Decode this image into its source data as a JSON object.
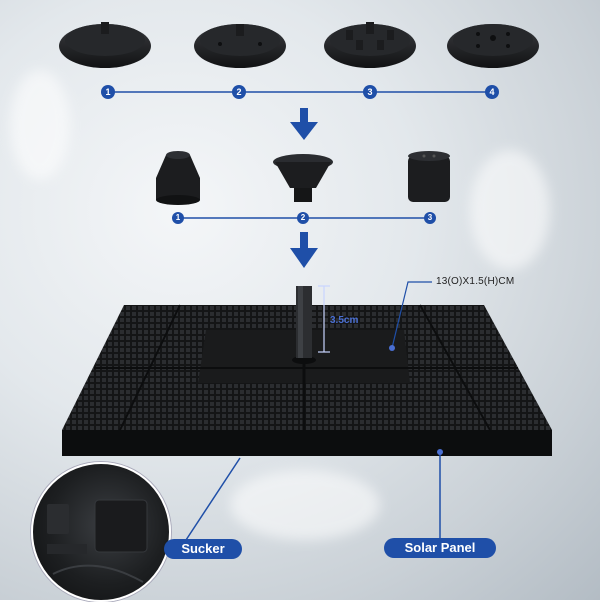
{
  "top_row": {
    "nozzle_numbers": [
      "1",
      "2",
      "3",
      "4"
    ]
  },
  "middle_row": {
    "extension_numbers": [
      "1",
      "2",
      "3"
    ]
  },
  "panel": {
    "dimension_label": "13(O)X1.5(H)CM",
    "height_label": "3.5cm"
  },
  "callouts": {
    "sucker_label": "Sucker",
    "solar_panel_label": "Solar Panel"
  },
  "colors": {
    "accent_blue": "#1f4fa8",
    "panel_black": "#151617",
    "highlight_blue": "#4a6fd3"
  },
  "icons": [
    "arrow-down-icon",
    "nozzle-disc-icon",
    "extension-cap-icon",
    "solar-panel-icon",
    "suction-cup-icon"
  ]
}
